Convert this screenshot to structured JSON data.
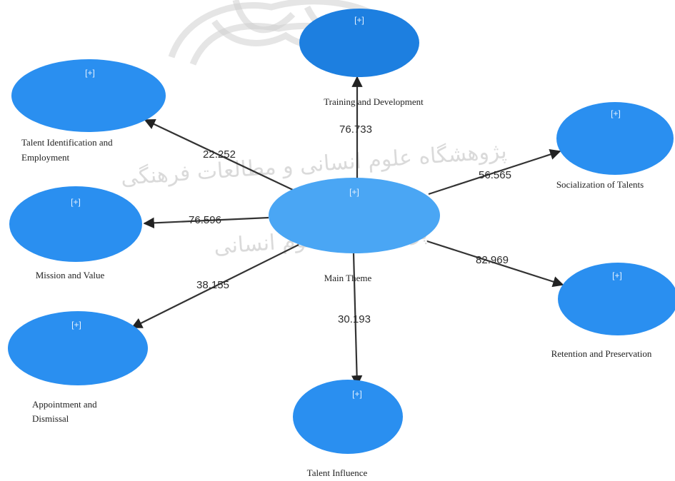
{
  "watermark": {
    "line1": "پژوهشگاه علوم انسانی و مطالعات فرهنگی",
    "line2": "پرتال جامع علوم انسانی"
  },
  "diagram": {
    "main_node": {
      "label": "Main Theme",
      "marker": "[+]"
    },
    "nodes": [
      {
        "id": "training",
        "label": [
          "Training and Development"
        ],
        "marker": "[+]",
        "weight": "76.733"
      },
      {
        "id": "socialization",
        "label": [
          "Socialization of Talents"
        ],
        "marker": "[+]",
        "weight": "56.565"
      },
      {
        "id": "retention",
        "label": [
          "Retention and Preservation"
        ],
        "marker": "[+]",
        "weight": "82.969"
      },
      {
        "id": "influence",
        "label": [
          "Talent Influence"
        ],
        "marker": "[+]",
        "weight": "30.193"
      },
      {
        "id": "appointment",
        "label": [
          "Appointment and",
          "Dismissal"
        ],
        "marker": "[+]",
        "weight": "38.155"
      },
      {
        "id": "mission",
        "label": [
          "Mission and Value"
        ],
        "marker": "[+]",
        "weight": "76.596"
      },
      {
        "id": "identification",
        "label": [
          "Talent Identification and",
          "Employment"
        ],
        "marker": "[+]",
        "weight": "22.252"
      }
    ]
  }
}
